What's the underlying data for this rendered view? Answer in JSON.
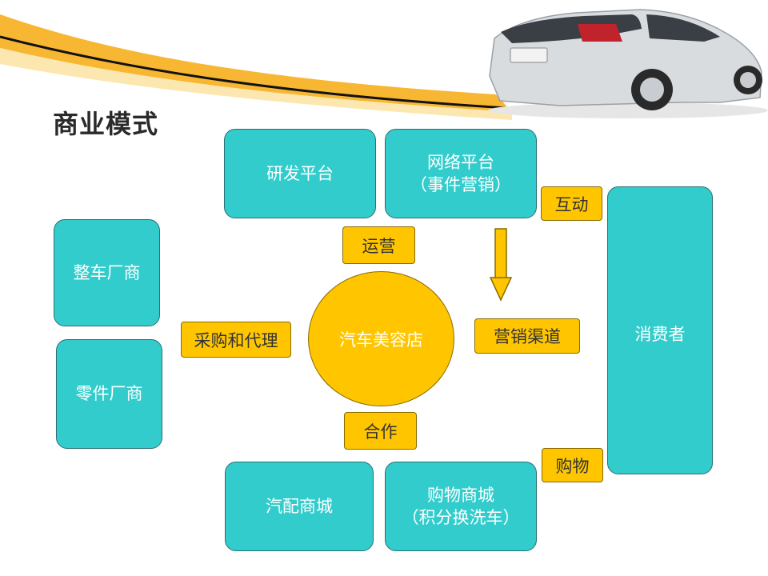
{
  "title": "商业模式",
  "nodes": {
    "rd": "研发平台",
    "network": "网络平台\n（事件营销）",
    "oem": "整车厂商",
    "parts": "零件厂商",
    "consumer": "消费者",
    "parts_mall": "汽配商城",
    "shop_mall": "购物商城\n（积分换洗车）",
    "center": "汽车美容店"
  },
  "labels": {
    "operation": "运营",
    "interaction": "互动",
    "procurement": "采购和代理",
    "channel": "营销渠道",
    "cooperation": "合作",
    "purchase": "购物"
  },
  "colors": {
    "teal": "#33cccc",
    "yellow": "#ffc600",
    "orange": "#f5a623"
  }
}
